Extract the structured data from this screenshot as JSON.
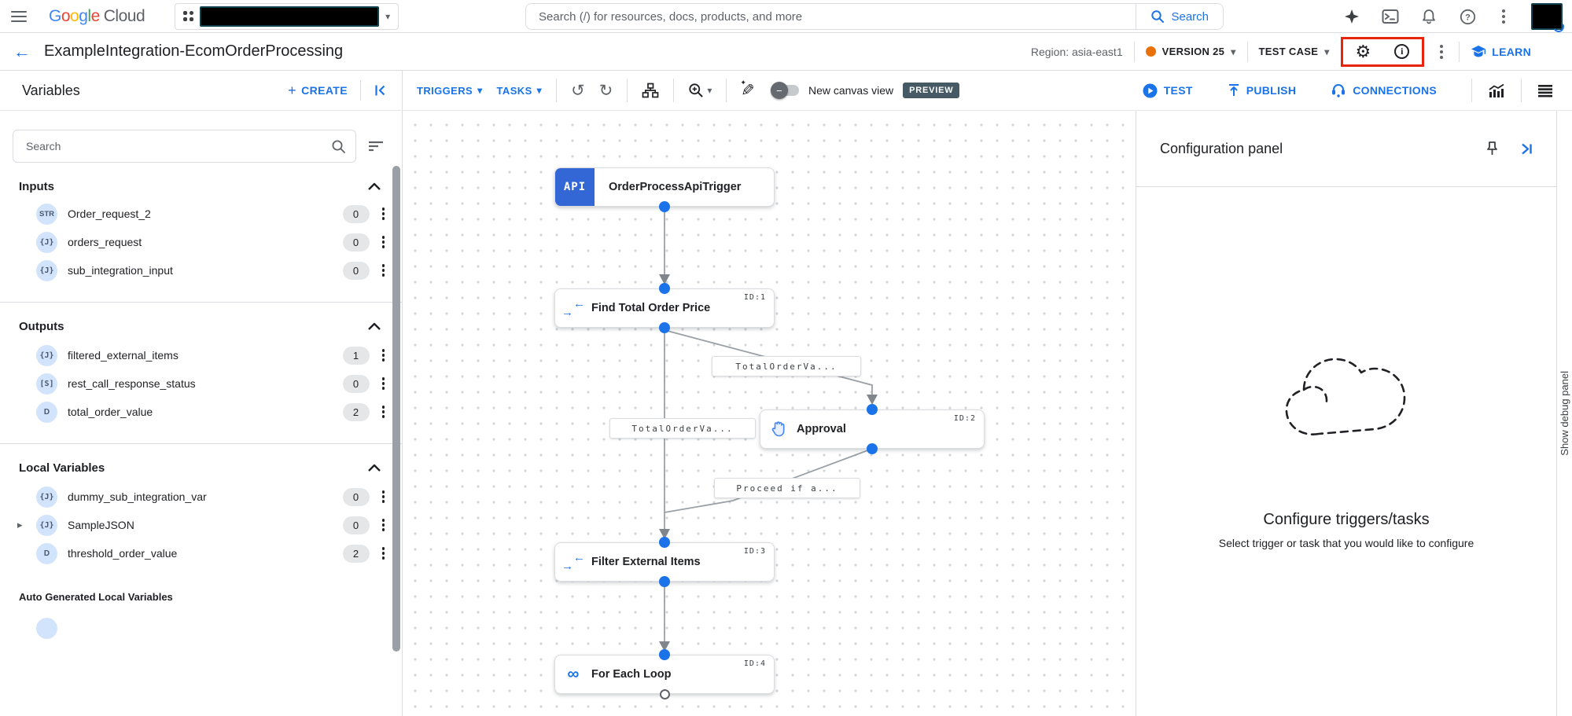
{
  "colors": {
    "accent_blue": "#1a73e8",
    "node_badge_blue": "#3367d6",
    "version_dot_orange": "#e8710a",
    "highlight_red": "#e8250c",
    "preview_badge_bg": "#455a64",
    "type_badge_bg": "#d2e3fc",
    "edge_gray": "#9aa0a6"
  },
  "topbar": {
    "logo_primary": "Google",
    "logo_secondary": "Cloud",
    "search_placeholder": "Search (/) for resources, docs, products, and more",
    "search_button": "Search"
  },
  "header": {
    "back": "←",
    "title": "ExampleIntegration-EcomOrderProcessing",
    "region": "Region: asia-east1",
    "version": "VERSION 25",
    "test_case": "TEST CASE",
    "learn": "LEARN",
    "caret": "▾",
    "gear": "⚙",
    "info": "i"
  },
  "toolbar": {
    "variables_title": "Variables",
    "plus": "+",
    "create_label": "CREATE",
    "triggers": "TRIGGERS",
    "tasks": "TASKS",
    "caret": "▾",
    "undo": "↺",
    "redo": "↻",
    "pen": "✎",
    "pen_spark": "✦",
    "toggle_minus": "−",
    "toggle_label": "New canvas view",
    "preview": "PREVIEW",
    "test": "TEST",
    "publish": "PUBLISH",
    "connections": "CONNECTIONS"
  },
  "sidebar": {
    "search_placeholder": "Search",
    "inputs_title": "Inputs",
    "outputs_title": "Outputs",
    "locals_title": "Local Variables",
    "auto_title": "Auto Generated Local Variables",
    "expander": "▸",
    "inputs": [
      {
        "type": "STR",
        "name": "Order_request_2",
        "count": "0"
      },
      {
        "type": "{J}",
        "name": "orders_request",
        "count": "0"
      },
      {
        "type": "{J}",
        "name": "sub_integration_input",
        "count": "0"
      }
    ],
    "outputs": [
      {
        "type": "{J}",
        "name": "filtered_external_items",
        "count": "1"
      },
      {
        "type": "[S]",
        "name": "rest_call_response_status",
        "count": "0"
      },
      {
        "type": "D",
        "name": "total_order_value",
        "count": "2"
      }
    ],
    "locals": [
      {
        "type": "{J}",
        "name": "dummy_sub_integration_var",
        "count": "0"
      },
      {
        "type": "{J}",
        "name": "SampleJSON",
        "count": "0"
      },
      {
        "type": "D",
        "name": "threshold_order_value",
        "count": "2"
      }
    ]
  },
  "canvas": {
    "trigger": {
      "badge": "API",
      "title": "OrderProcessApiTrigger"
    },
    "tasks": [
      {
        "id": "ID:1",
        "title": "Find Total Order Price"
      },
      {
        "id": "ID:2",
        "title": "Approval"
      },
      {
        "id": "ID:3",
        "title": "Filter External Items"
      },
      {
        "id": "ID:4",
        "title": "For Each Loop"
      }
    ],
    "edge_labels": [
      "TotalOrderVa...",
      "TotalOrderVa...",
      "Proceed if a..."
    ],
    "icons": {
      "map_in": "→",
      "map_out": "←",
      "loop": "∞"
    }
  },
  "config": {
    "title": "Configuration panel",
    "heading": "Configure triggers/tasks",
    "subheading": "Select trigger or task that you would like to configure"
  },
  "debug": {
    "label": "Show debug panel"
  }
}
